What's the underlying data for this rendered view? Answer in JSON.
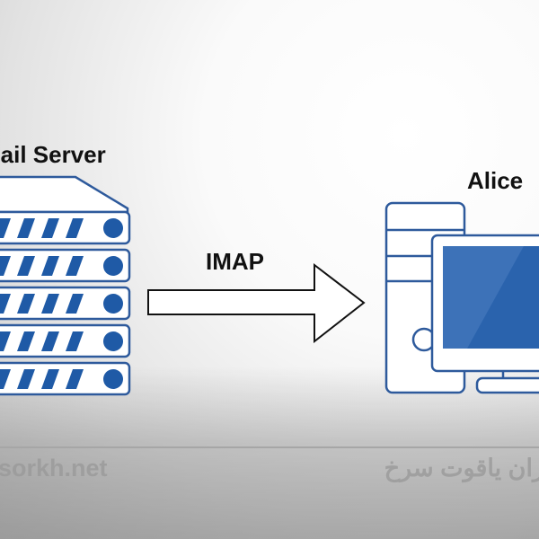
{
  "server": {
    "label": "Mail Server"
  },
  "client": {
    "label": "Alice"
  },
  "connection": {
    "protocol": "IMAP"
  },
  "watermark": {
    "domain": "sorkh.net",
    "name_fa": "ران یاقوت سرخ"
  },
  "colors": {
    "accent": "#1f5aa6",
    "outline": "#2e5a9c"
  }
}
